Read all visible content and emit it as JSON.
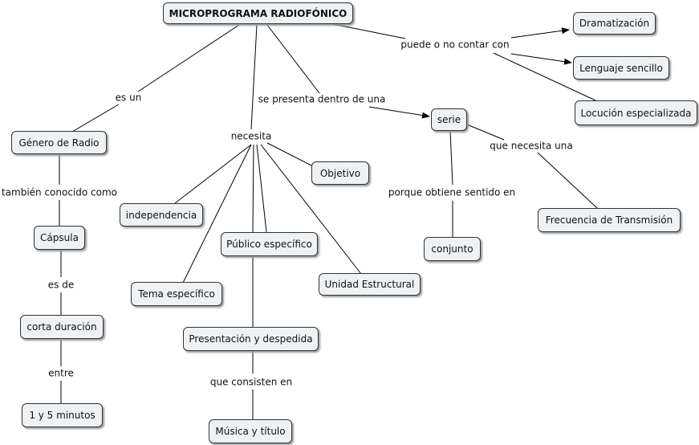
{
  "nodes": {
    "root": "MICROPROGRAMA RADIOFÓNICO",
    "genero": "Género de Radio",
    "capsula": "Cápsula",
    "corta": "corta duración",
    "minutos": "1 y 5 minutos",
    "independencia": "independencia",
    "tema": "Tema específico",
    "publico": "Público específico",
    "presentacion": "Presentación y despedida",
    "musica": "Música y título",
    "objetivo": "Objetivo",
    "unidad": "Unidad Estructural",
    "serie": "serie",
    "conjunto": "conjunto",
    "frecuencia": "Frecuencia de Transmisión",
    "dramatizacion": "Dramatización",
    "lenguaje": "Lenguaje sencillo",
    "locucion": "Locución especializada"
  },
  "links": {
    "es_un": "es un",
    "tambien": "también conocido como",
    "es_de": "es de",
    "entre": "entre",
    "necesita": "necesita",
    "se_presenta": "se presenta dentro de una",
    "que_consisten": "que consisten en",
    "porque": "porque obtiene sentido en",
    "que_necesita": "que necesita una",
    "puede": "puede o no contar con"
  },
  "colors": {
    "node_fill": "#eef2f4",
    "node_border": "#333333",
    "line": "#000000"
  }
}
